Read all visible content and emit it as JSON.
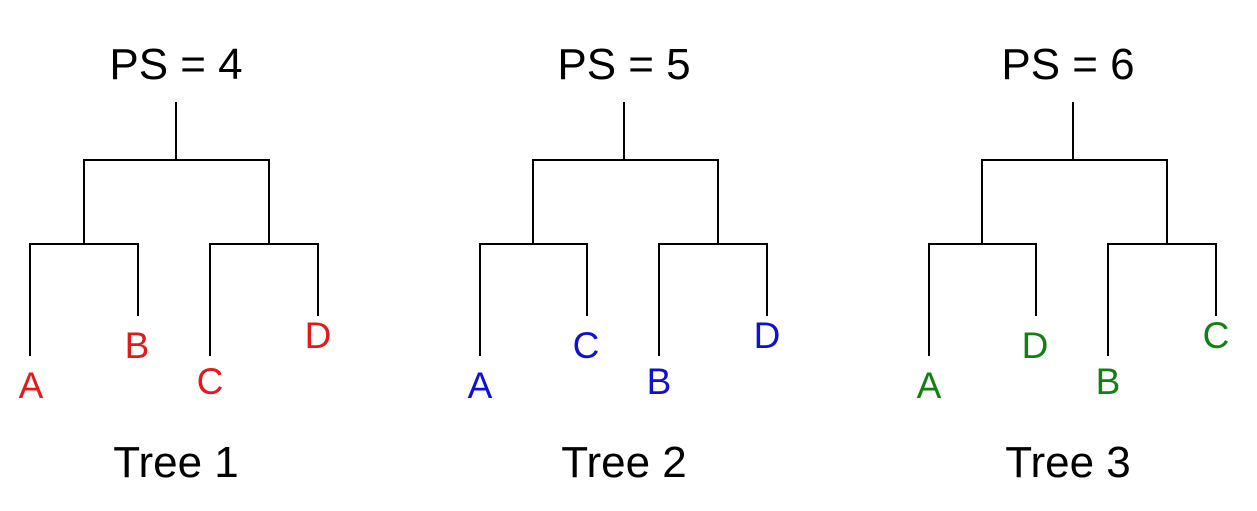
{
  "trees": [
    {
      "ps_label": "PS = 4",
      "tree_label": "Tree 1",
      "color": "#e31a1c",
      "tips": [
        "A",
        "B",
        "C",
        "D"
      ]
    },
    {
      "ps_label": "PS = 5",
      "tree_label": "Tree 2",
      "color": "#1010d0",
      "tips": [
        "A",
        "C",
        "B",
        "D"
      ]
    },
    {
      "ps_label": "PS = 6",
      "tree_label": "Tree 3",
      "color": "#138013",
      "tips": [
        "A",
        "D",
        "B",
        "C"
      ]
    }
  ]
}
